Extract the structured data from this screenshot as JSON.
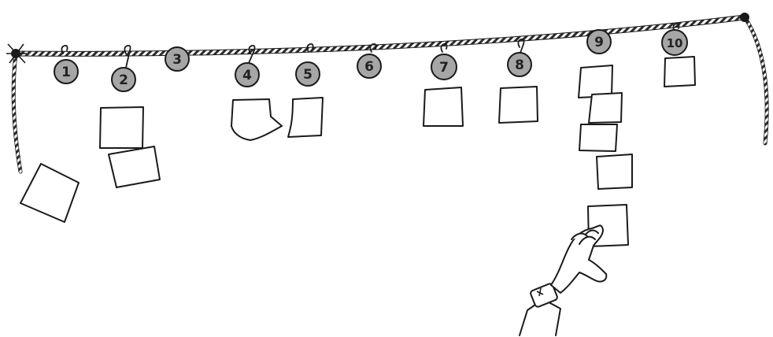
{
  "colors": {
    "tag_fill": "#a6a6a6",
    "ink": "#1a1a1a",
    "rope_dark": "#2a2a2a",
    "rope_light": "#ffffff",
    "note_fill": "#ffffff"
  },
  "tags": [
    {
      "label": "1"
    },
    {
      "label": "2"
    },
    {
      "label": "3"
    },
    {
      "label": "4"
    },
    {
      "label": "5"
    },
    {
      "label": "6"
    },
    {
      "label": "7"
    },
    {
      "label": "8"
    },
    {
      "label": "9"
    },
    {
      "label": "10"
    }
  ],
  "notes_per_tag": [
    {
      "tag": "1",
      "count": 1
    },
    {
      "tag": "2",
      "count": 2
    },
    {
      "tag": "3",
      "count": 0
    },
    {
      "tag": "4",
      "count": 1
    },
    {
      "tag": "5",
      "count": 1
    },
    {
      "tag": "6",
      "count": 0
    },
    {
      "tag": "7",
      "count": 1
    },
    {
      "tag": "8",
      "count": 1
    },
    {
      "tag": "9",
      "count": 5
    },
    {
      "tag": "10",
      "count": 1
    }
  ],
  "icons": {
    "hand": "hand-placing-note-icon",
    "pin": "pin-icon"
  }
}
